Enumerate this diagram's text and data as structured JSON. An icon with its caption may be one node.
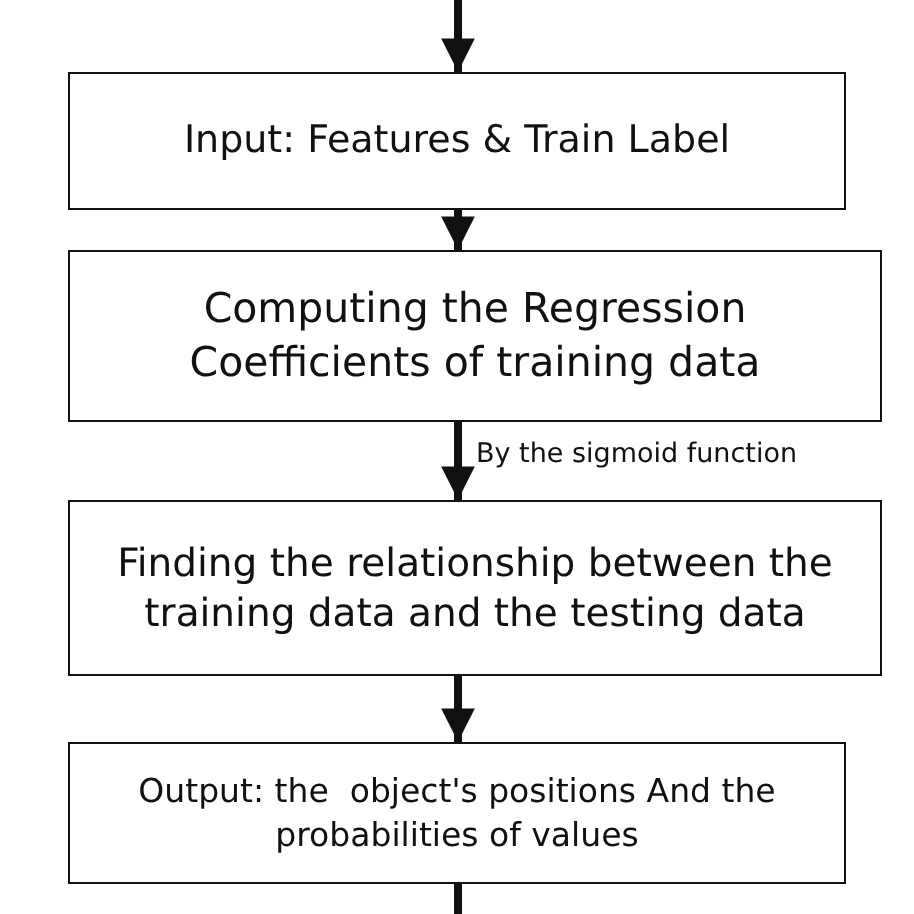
{
  "diagram": {
    "nodes": [
      {
        "text": [
          "Input: Features & Train Label"
        ]
      },
      {
        "text": [
          "Computing the Regression Coefficients of training data"
        ]
      },
      {
        "text": [
          "Finding the relationship between the training data and the testing data"
        ]
      },
      {
        "text": [
          "Output: the  object's positions And the probabilities of values"
        ]
      }
    ],
    "edges": [
      {
        "from": null,
        "to": 0,
        "arrow": "to"
      },
      {
        "from": 0,
        "to": 1,
        "arrow": "to"
      },
      {
        "from": 1,
        "to": 2,
        "arrow": "to",
        "label": "By the sigmoid function"
      },
      {
        "from": 2,
        "to": 3,
        "arrow": "to"
      },
      {
        "from": 3,
        "to": null,
        "arrow": "none"
      }
    ]
  }
}
